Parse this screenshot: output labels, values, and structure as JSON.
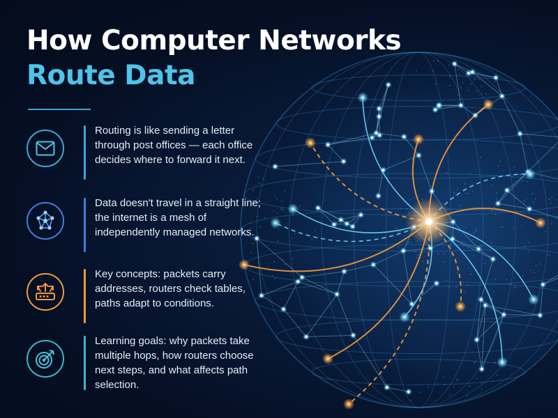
{
  "title": {
    "line1": "How Computer Networks",
    "line2": "Route Data"
  },
  "colors": {
    "accent_blue": "#4fc3e8",
    "accent_orange": "#f39a3c",
    "background": "#050f24"
  },
  "items": [
    {
      "icon": "envelope-icon",
      "accent": "#3fa7d6",
      "text": "Routing is like sending a letter through post offices — each office decides where to forward it next."
    },
    {
      "icon": "network-nodes-icon",
      "accent": "#3d7fe0",
      "text": "Data doesn't travel in a straight line; the internet is a mesh of independently managed networks."
    },
    {
      "icon": "router-icon",
      "accent": "#f39a3c",
      "text": "Key concepts: packets carry addresses, routers check tables, paths adapt to conditions."
    },
    {
      "icon": "target-icon",
      "accent": "#3fb6c9",
      "text": "Learning goals: why packets take multiple hops, how routers choose next steps, and what affects path selection."
    }
  ]
}
